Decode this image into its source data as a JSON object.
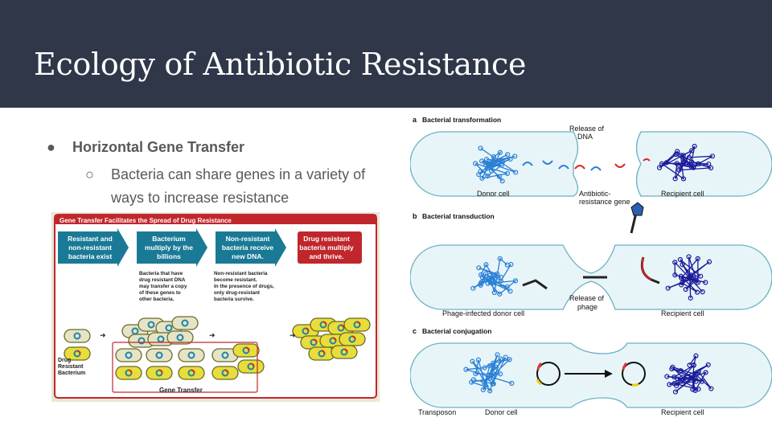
{
  "slide": {
    "title": "Ecology of Antibiotic Resistance",
    "bullets": [
      {
        "marker": "●",
        "text": "Horizontal Gene Transfer",
        "sub": [
          {
            "marker": "○",
            "text": "Bacteria can share genes in a variety of ways to increase resistance"
          }
        ]
      }
    ]
  },
  "left_figure": {
    "title": "Gene Transfer Facilitates the Spread of Drug Resistance",
    "steps": [
      {
        "lines": [
          "Resistant and",
          "non-resistant",
          "bacteria exist"
        ],
        "color": "#1a7a96"
      },
      {
        "lines": [
          "Bacterium",
          "multiply by the",
          "billions"
        ],
        "color": "#1a7a96"
      },
      {
        "lines": [
          "Non-resistant",
          "bacteria receive",
          "new DNA."
        ],
        "color": "#1a7a96"
      },
      {
        "lines": [
          "Drug resistant",
          "bacteria multiply",
          "and thrive."
        ],
        "color": "#c0272d"
      }
    ],
    "notes": [
      [
        "Bacteria that have",
        "drug resistant DNA",
        "may transfer a copy",
        "of these genes to",
        "other bacteria."
      ],
      [
        "Non-resistant bacteria",
        "become resistant.",
        "In the presence of drugs,",
        "only drug-resistant",
        "bacteria survive."
      ]
    ],
    "label_resistant": [
      "Drug",
      "Resistant",
      "Bacterium"
    ],
    "label_transfer": "Gene Transfer"
  },
  "right_figure": {
    "a": {
      "letter": "a",
      "title": "Bacterial transformation",
      "release": [
        "Release of",
        "DNA"
      ],
      "gene": [
        "Antibiotic-",
        "resistance gene"
      ],
      "donor": "Donor cell",
      "recipient": "Recipient cell"
    },
    "b": {
      "letter": "b",
      "title": "Bacterial transduction",
      "release": [
        "Release of",
        "phage"
      ],
      "donor": "Phage-infected donor cell",
      "recipient": "Recipient cell"
    },
    "c": {
      "letter": "c",
      "title": "Bacterial conjugation",
      "transposon": "Transposon",
      "donor": "Donor cell",
      "recipient": "Recipient cell"
    }
  }
}
